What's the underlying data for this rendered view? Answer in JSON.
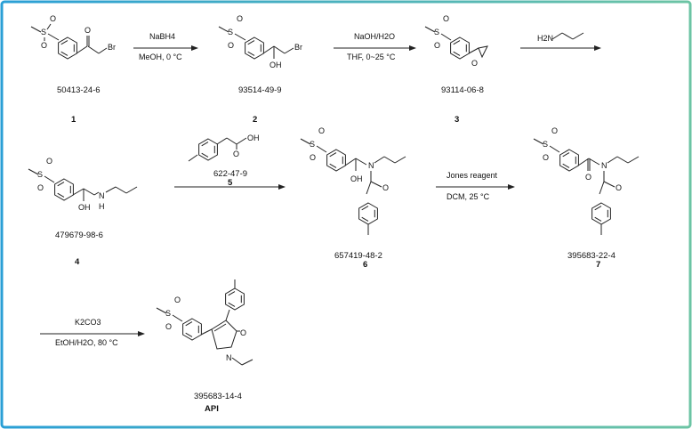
{
  "compounds": [
    {
      "cas": "50413-24-6",
      "number": "1"
    },
    {
      "cas": "93514-49-9",
      "number": "2"
    },
    {
      "cas": "93114-06-8",
      "number": "3"
    },
    {
      "cas": "479679-98-6",
      "number": "4"
    },
    {
      "cas": "657419-48-2",
      "number": "6"
    },
    {
      "cas": "395683-22-4",
      "number": "7"
    },
    {
      "cas": "395683-14-4",
      "number": "API"
    }
  ],
  "reagent5": {
    "cas": "622-47-9",
    "number": "5"
  },
  "steps": [
    {
      "reagent": "NaBH4",
      "conditions": "MeOH, 0 °C"
    },
    {
      "reagent": "NaOH/H2O",
      "conditions": "THF, 0~25 °C"
    },
    {
      "reagent": "H2N"
    },
    {
      "reagent": "Jones reagent",
      "conditions": "DCM, 25 °C"
    },
    {
      "reagent": "K2CO3",
      "conditions": "EtOH/H2O, 80 °C"
    }
  ],
  "atoms": {
    "O": "O",
    "S": "S",
    "Br": "Br",
    "OH": "OH",
    "N": "N",
    "H": "H"
  },
  "colors": {
    "border_left": "#2a9fd6",
    "border_right": "#6cc4a4"
  }
}
